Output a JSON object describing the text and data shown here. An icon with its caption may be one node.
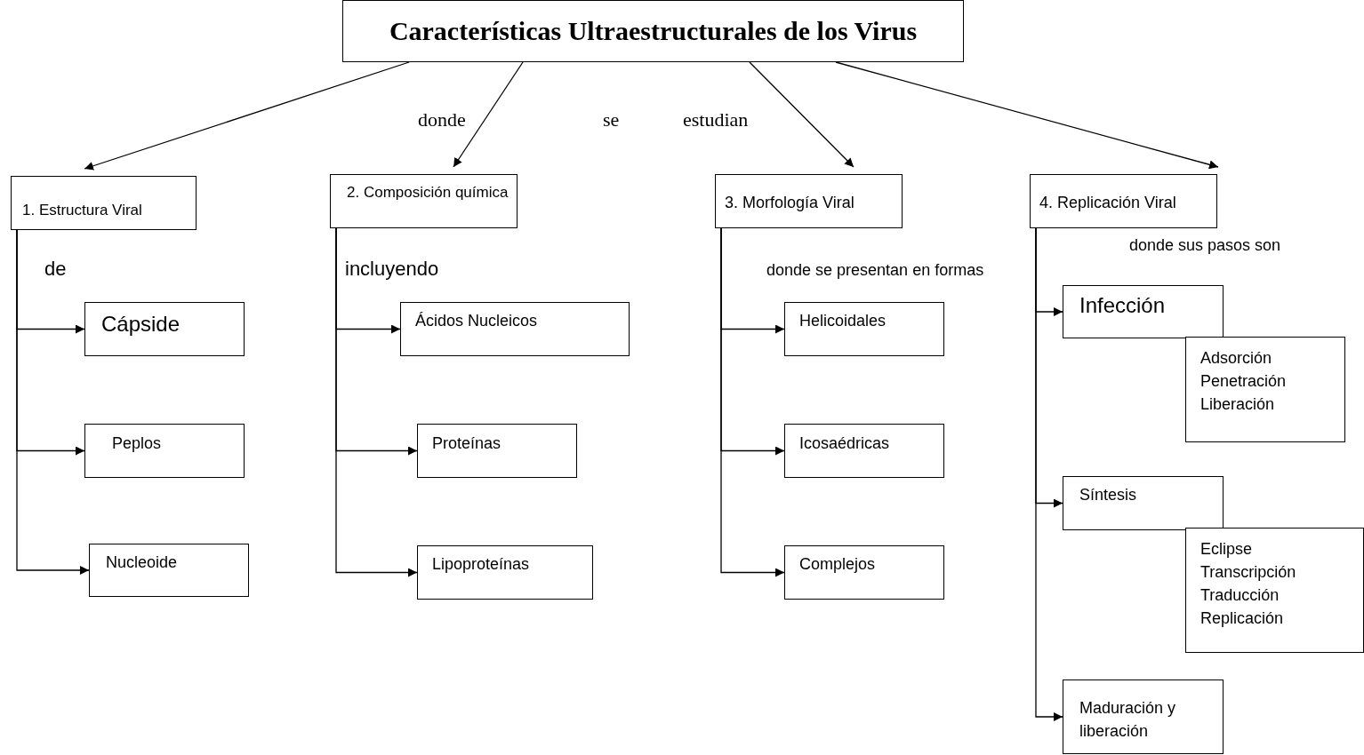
{
  "diagram": {
    "nodes": [
      {
        "text": [
          "Características Ultraestructurales de los Virus"
        ]
      },
      {
        "text": [
          "1. Estructura Viral"
        ]
      },
      {
        "text": [
          "2. Composición química"
        ]
      },
      {
        "text": [
          "3. Morfología Viral"
        ]
      },
      {
        "text": [
          "4. Replicación Viral"
        ]
      },
      {
        "text": [
          "Cápside"
        ]
      },
      {
        "text": [
          "Peplos"
        ]
      },
      {
        "text": [
          "Nucleoide"
        ]
      },
      {
        "text": [
          "Ácidos Nucleicos"
        ]
      },
      {
        "text": [
          "Proteínas"
        ]
      },
      {
        "text": [
          "Lipoproteínas"
        ]
      },
      {
        "text": [
          "Helicoidales"
        ]
      },
      {
        "text": [
          "Icosaédricas"
        ]
      },
      {
        "text": [
          "Complejos"
        ]
      },
      {
        "text": [
          "Infección"
        ]
      },
      {
        "text": [
          "Adsorción Penetración Liberación"
        ]
      },
      {
        "text": [
          "Síntesis"
        ]
      },
      {
        "text": [
          "Eclipse Transcripción Traducción Replicación"
        ]
      },
      {
        "text": [
          "Maduración y liberación"
        ]
      }
    ],
    "edges": [
      {
        "from": 0,
        "to": 1,
        "arrow": "to"
      },
      {
        "from": 0,
        "to": 2,
        "arrow": "to"
      },
      {
        "from": 0,
        "to": 3,
        "arrow": "to"
      },
      {
        "from": 0,
        "to": 4,
        "arrow": "to"
      },
      {
        "from": 1,
        "to": 5,
        "arrow": "to"
      },
      {
        "from": 1,
        "to": 6,
        "arrow": "to"
      },
      {
        "from": 1,
        "to": 7,
        "arrow": "to"
      },
      {
        "from": 2,
        "to": 8,
        "arrow": "to"
      },
      {
        "from": 2,
        "to": 9,
        "arrow": "to"
      },
      {
        "from": 2,
        "to": 10,
        "arrow": "to"
      },
      {
        "from": 3,
        "to": 11,
        "arrow": "to"
      },
      {
        "from": 3,
        "to": 12,
        "arrow": "to"
      },
      {
        "from": 3,
        "to": 13,
        "arrow": "to"
      },
      {
        "from": 4,
        "to": 14,
        "arrow": "to"
      },
      {
        "from": 4,
        "to": 16,
        "arrow": "to"
      },
      {
        "from": 4,
        "to": 18,
        "arrow": "to"
      }
    ],
    "labels": [
      "donde",
      "se",
      "estudian",
      "de",
      "incluyendo",
      "donde se presentan en formas",
      "donde sus pasos son"
    ]
  }
}
